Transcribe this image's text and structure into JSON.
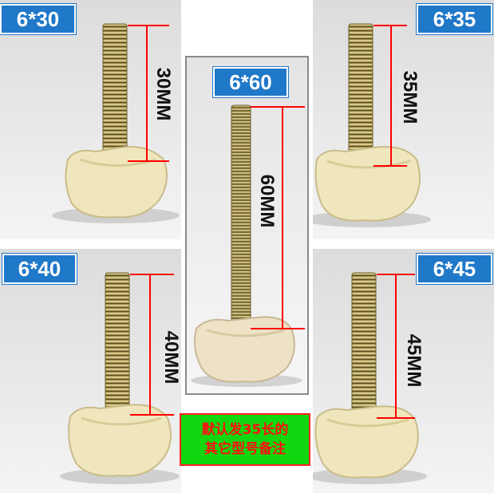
{
  "products": [
    {
      "size_badge": "6*30",
      "length_label": "30MM"
    },
    {
      "size_badge": "6*35",
      "length_label": "35MM"
    },
    {
      "size_badge": "6*60",
      "length_label": "60MM"
    },
    {
      "size_badge": "6*40",
      "length_label": "40MM"
    },
    {
      "size_badge": "6*45",
      "length_label": "45MM"
    }
  ],
  "note": {
    "line1": "默认发35长的",
    "line2": "其它型号备注"
  },
  "colors": {
    "badge_blue": "#1f78c8",
    "dimension_red": "#ff0000",
    "note_green": "#10d710",
    "note_text_red": "#ff1010",
    "knob_beige": "#f0e6bd",
    "thread_metal": "#9c8a48"
  }
}
